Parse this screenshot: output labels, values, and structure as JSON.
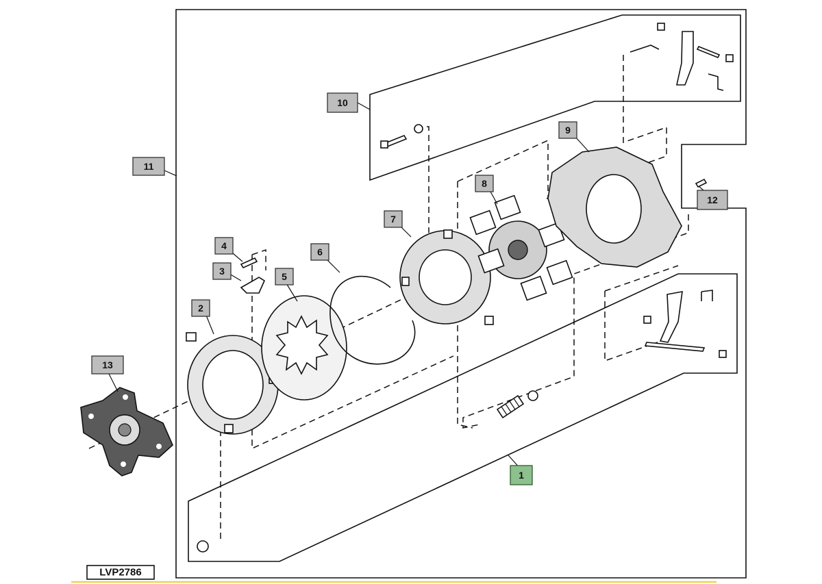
{
  "figure_id": "LVP2786",
  "callouts": [
    {
      "label": "1",
      "highlight": true
    },
    {
      "label": "2"
    },
    {
      "label": "3"
    },
    {
      "label": "4"
    },
    {
      "label": "5"
    },
    {
      "label": "6"
    },
    {
      "label": "7"
    },
    {
      "label": "8"
    },
    {
      "label": "9"
    },
    {
      "label": "10"
    },
    {
      "label": "11"
    },
    {
      "label": "12"
    },
    {
      "label": "13"
    }
  ],
  "colors": {
    "callout_fill": "#bdbdbd",
    "highlight_fill": "#8cc08c",
    "line": "#111111",
    "footer_rule": "#f2d34a"
  }
}
